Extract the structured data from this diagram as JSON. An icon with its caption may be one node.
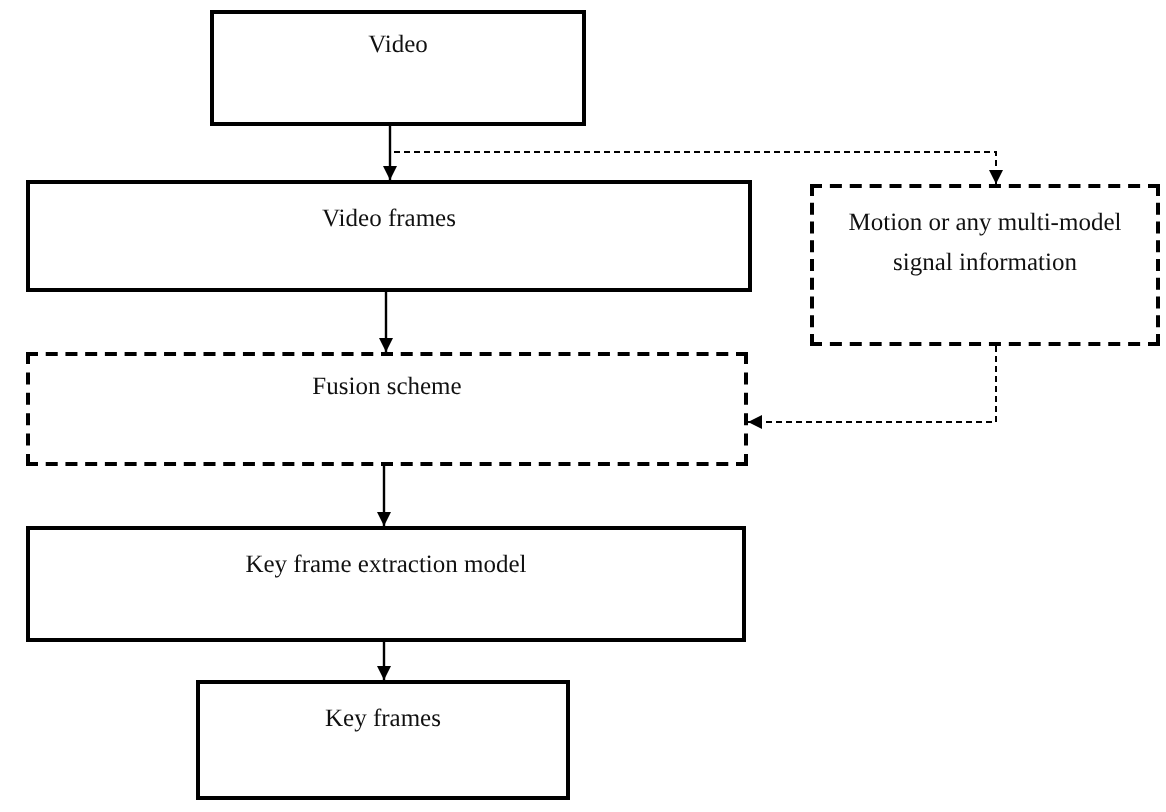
{
  "diagram": {
    "nodes": [
      {
        "text": [
          "Video"
        ]
      },
      {
        "text": [
          "Video frames"
        ]
      },
      {
        "text": [
          "Motion or any multi-model signal information"
        ]
      },
      {
        "text": [
          "Fusion scheme"
        ]
      },
      {
        "text": [
          "Key frame extraction model"
        ]
      },
      {
        "text": [
          "Key frames"
        ]
      }
    ],
    "edges": [
      {
        "from": 0,
        "to": 1,
        "arrow": "to"
      },
      {
        "from": 0,
        "to": 2,
        "arrow": "to",
        "style": "dashed"
      },
      {
        "from": 1,
        "to": 3,
        "arrow": "to"
      },
      {
        "from": 2,
        "to": 3,
        "arrow": "to",
        "style": "dashed"
      },
      {
        "from": 3,
        "to": 4,
        "arrow": "to"
      },
      {
        "from": 4,
        "to": 5,
        "arrow": "to"
      }
    ]
  }
}
